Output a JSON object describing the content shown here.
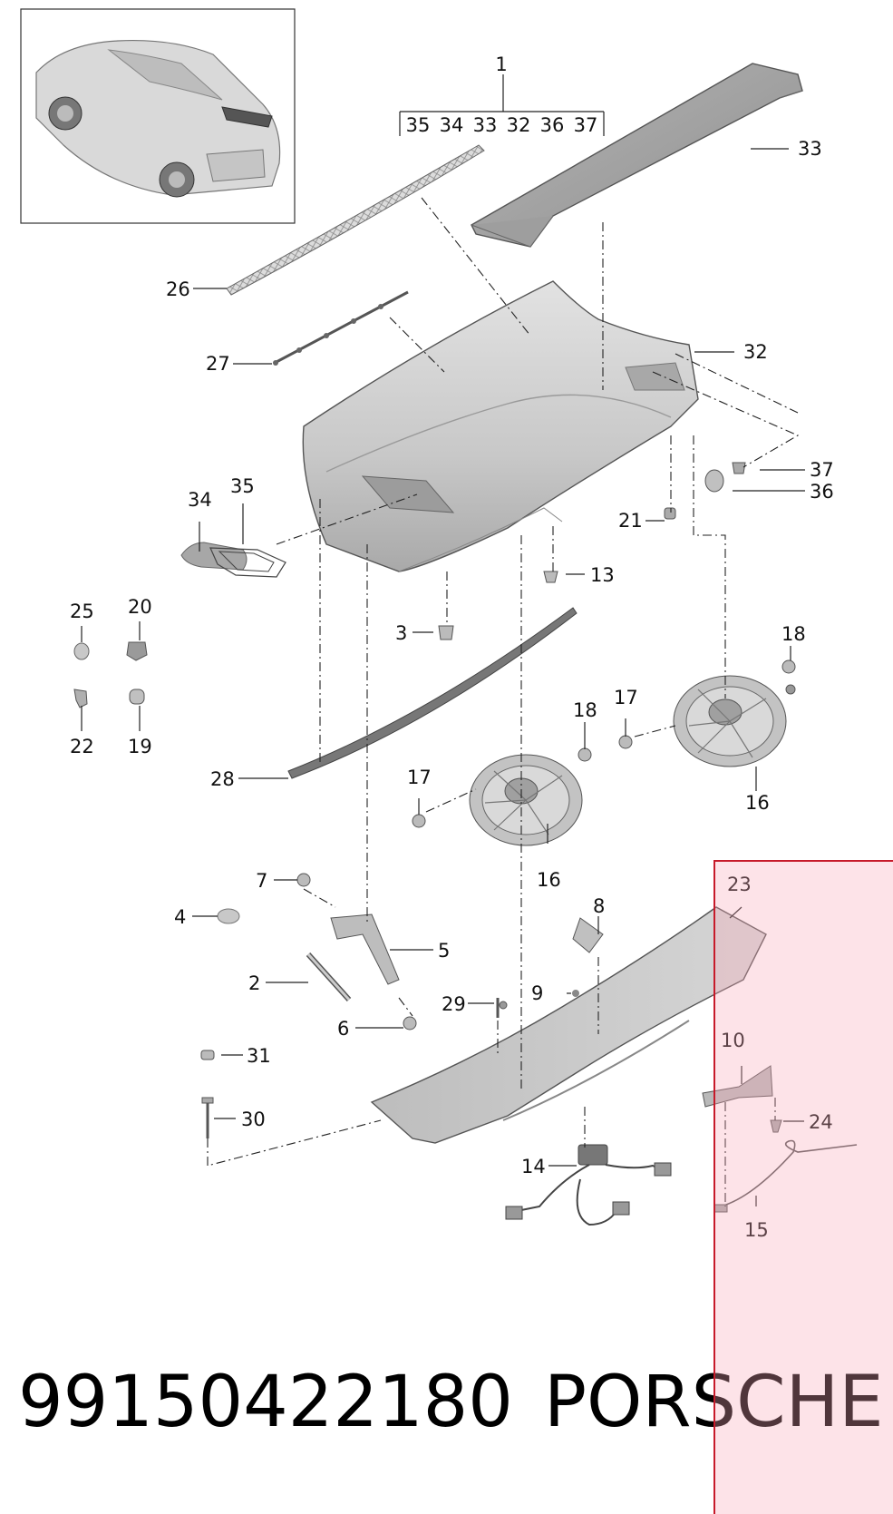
{
  "callouts": {
    "c1": "1",
    "c2": "2",
    "c3": "3",
    "c4": "4",
    "c5": "5",
    "c6": "6",
    "c7": "7",
    "c8": "8",
    "c9": "9",
    "c10": "10",
    "c13": "13",
    "c14": "14",
    "c15": "15",
    "c16a": "16",
    "c16b": "16",
    "c17a": "17",
    "c17b": "17",
    "c18a": "18",
    "c18b": "18",
    "c19": "19",
    "c20": "20",
    "c21": "21",
    "c22": "22",
    "c23": "23",
    "c24": "24",
    "c25": "25",
    "c26": "26",
    "c27": "27",
    "c28": "28",
    "c29": "29",
    "c30": "30",
    "c31": "31",
    "c32": "32",
    "c33": "33",
    "c34": "34",
    "c35": "35",
    "c36": "36",
    "c37": "37"
  },
  "group1_items": [
    "35",
    "34",
    "33",
    "32",
    "36",
    "37"
  ],
  "footer": {
    "part_number": "99150422180",
    "brand": "PORSCHE"
  },
  "colors": {
    "overlay_fill": "#f8a8b9",
    "overlay_border": "#c71a2a",
    "part_gray": "#c9c9c9",
    "line": "#222222"
  }
}
